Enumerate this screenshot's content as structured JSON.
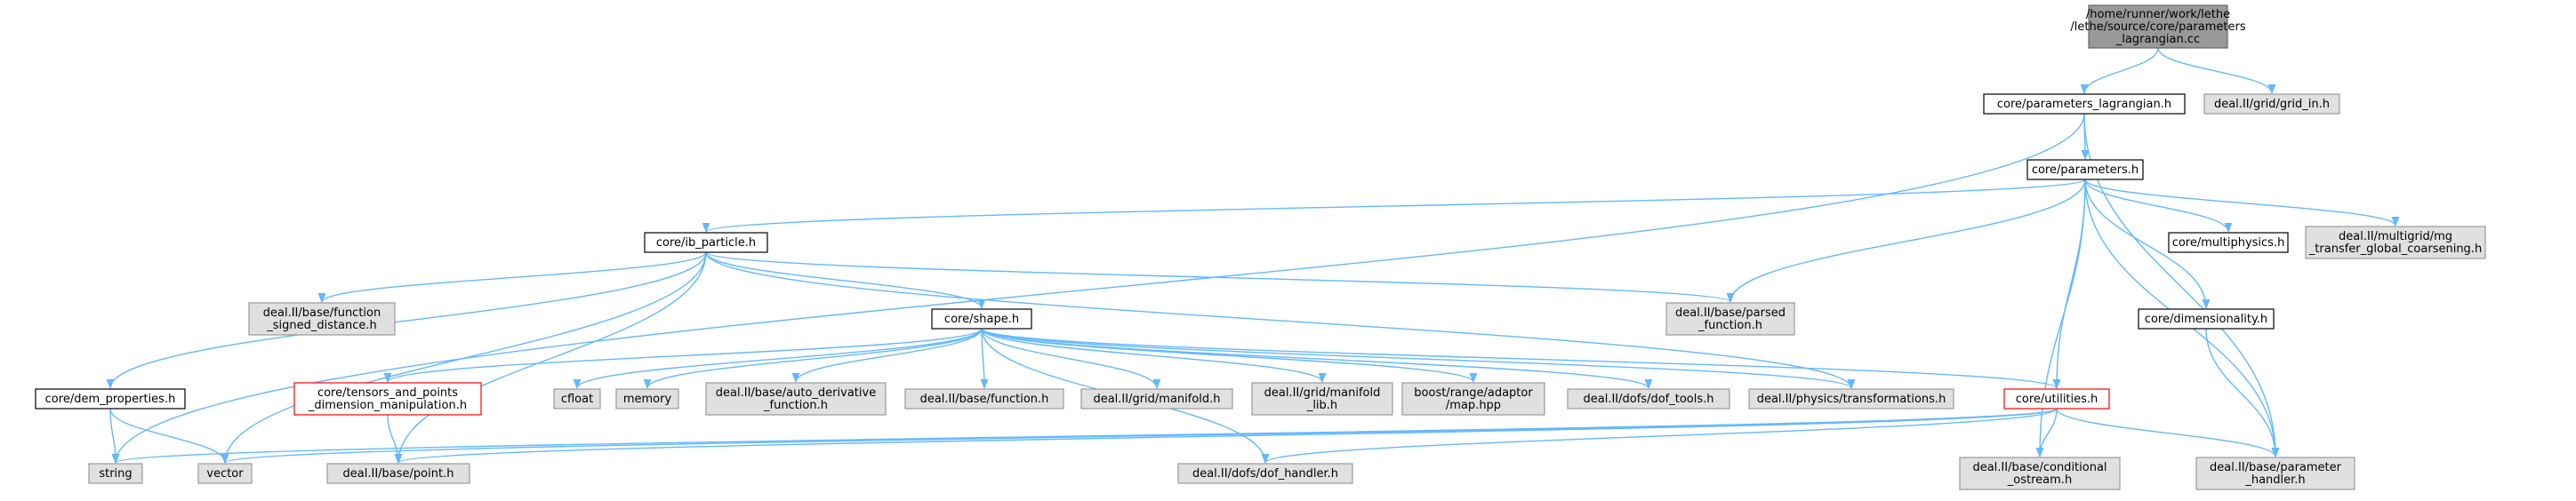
{
  "colors": {
    "edge": "#63b8ff",
    "root_fill": "#999999",
    "project_fill": "#ffffff",
    "external_fill": "#e0e0e0",
    "external_stroke": "#999999",
    "highlight_stroke": "#ff0000",
    "default_stroke": "#000000"
  },
  "nodes": [
    {
      "id": "root",
      "kind": "root",
      "lines": [
        "/home/runner/work/lethe",
        "/lethe/source/core/parameters",
        "_lagrangian.cc"
      ]
    },
    {
      "id": "param_lag",
      "kind": "project",
      "lines": [
        "core/parameters_lagrangian.h"
      ]
    },
    {
      "id": "grid_in",
      "kind": "external",
      "lines": [
        "deal.II/grid/grid_in.h"
      ]
    },
    {
      "id": "parameters",
      "kind": "project",
      "lines": [
        "core/parameters.h"
      ]
    },
    {
      "id": "ib_particle",
      "kind": "project",
      "lines": [
        "core/ib_particle.h"
      ]
    },
    {
      "id": "multiphysics",
      "kind": "project",
      "lines": [
        "core/multiphysics.h"
      ]
    },
    {
      "id": "mg_transfer",
      "kind": "external",
      "lines": [
        "deal.II/multigrid/mg",
        "_transfer_global_coarsening.h"
      ]
    },
    {
      "id": "func_sd",
      "kind": "external",
      "lines": [
        "deal.II/base/function",
        "_signed_distance.h"
      ]
    },
    {
      "id": "parsed_func",
      "kind": "external",
      "lines": [
        "deal.II/base/parsed",
        "_function.h"
      ]
    },
    {
      "id": "dimensionality",
      "kind": "project",
      "lines": [
        "core/dimensionality.h"
      ]
    },
    {
      "id": "shape",
      "kind": "project",
      "lines": [
        "core/shape.h"
      ]
    },
    {
      "id": "dem_props",
      "kind": "project",
      "lines": [
        "core/dem_properties.h"
      ]
    },
    {
      "id": "tensors",
      "kind": "highlight",
      "lines": [
        "core/tensors_and_points",
        "_dimension_manipulation.h"
      ]
    },
    {
      "id": "cfloat",
      "kind": "external",
      "lines": [
        "cfloat"
      ]
    },
    {
      "id": "memory",
      "kind": "external",
      "lines": [
        "memory"
      ]
    },
    {
      "id": "auto_deriv",
      "kind": "external",
      "lines": [
        "deal.II/base/auto_derivative",
        "_function.h"
      ]
    },
    {
      "id": "base_func",
      "kind": "external",
      "lines": [
        "deal.II/base/function.h"
      ]
    },
    {
      "id": "manifold",
      "kind": "external",
      "lines": [
        "deal.II/grid/manifold.h"
      ]
    },
    {
      "id": "manifold_lib",
      "kind": "external",
      "lines": [
        "deal.II/grid/manifold",
        "_lib.h"
      ]
    },
    {
      "id": "boost_map",
      "kind": "external",
      "lines": [
        "boost/range/adaptor",
        "/map.hpp"
      ]
    },
    {
      "id": "dof_tools",
      "kind": "external",
      "lines": [
        "deal.II/dofs/dof_tools.h"
      ]
    },
    {
      "id": "transforms",
      "kind": "external",
      "lines": [
        "deal.II/physics/transformations.h"
      ]
    },
    {
      "id": "utilities",
      "kind": "highlight",
      "lines": [
        "core/utilities.h"
      ]
    },
    {
      "id": "string",
      "kind": "external",
      "lines": [
        "string"
      ]
    },
    {
      "id": "vector",
      "kind": "external",
      "lines": [
        "vector"
      ]
    },
    {
      "id": "point",
      "kind": "external",
      "lines": [
        "deal.II/base/point.h"
      ]
    },
    {
      "id": "dof_handler",
      "kind": "external",
      "lines": [
        "deal.II/dofs/dof_handler.h"
      ]
    },
    {
      "id": "cond_ostream",
      "kind": "external",
      "lines": [
        "deal.II/base/conditional",
        "_ostream.h"
      ]
    },
    {
      "id": "param_handler",
      "kind": "external",
      "lines": [
        "deal.II/base/parameter",
        "_handler.h"
      ]
    }
  ],
  "edges": [
    [
      "root",
      "param_lag"
    ],
    [
      "root",
      "grid_in"
    ],
    [
      "param_lag",
      "parameters"
    ],
    [
      "param_lag",
      "string"
    ],
    [
      "param_lag",
      "param_handler"
    ],
    [
      "parameters",
      "ib_particle"
    ],
    [
      "parameters",
      "multiphysics"
    ],
    [
      "parameters",
      "mg_transfer"
    ],
    [
      "parameters",
      "parsed_func"
    ],
    [
      "parameters",
      "dimensionality"
    ],
    [
      "parameters",
      "utilities"
    ],
    [
      "parameters",
      "cond_ostream"
    ],
    [
      "parameters",
      "param_handler"
    ],
    [
      "ib_particle",
      "func_sd"
    ],
    [
      "ib_particle",
      "parsed_func"
    ],
    [
      "ib_particle",
      "shape"
    ],
    [
      "ib_particle",
      "dem_props"
    ],
    [
      "ib_particle",
      "vector"
    ],
    [
      "ib_particle",
      "point"
    ],
    [
      "ib_particle",
      "transforms"
    ],
    [
      "dimensionality",
      "param_handler"
    ],
    [
      "shape",
      "tensors"
    ],
    [
      "shape",
      "cfloat"
    ],
    [
      "shape",
      "memory"
    ],
    [
      "shape",
      "auto_deriv"
    ],
    [
      "shape",
      "base_func"
    ],
    [
      "shape",
      "manifold"
    ],
    [
      "shape",
      "manifold_lib"
    ],
    [
      "shape",
      "boost_map"
    ],
    [
      "shape",
      "dof_tools"
    ],
    [
      "shape",
      "transforms"
    ],
    [
      "shape",
      "utilities"
    ],
    [
      "shape",
      "dof_handler"
    ],
    [
      "dem_props",
      "string"
    ],
    [
      "dem_props",
      "vector"
    ],
    [
      "tensors",
      "point"
    ],
    [
      "utilities",
      "string"
    ],
    [
      "utilities",
      "vector"
    ],
    [
      "utilities",
      "point"
    ],
    [
      "utilities",
      "dof_handler"
    ],
    [
      "utilities",
      "cond_ostream"
    ],
    [
      "utilities",
      "param_handler"
    ]
  ]
}
